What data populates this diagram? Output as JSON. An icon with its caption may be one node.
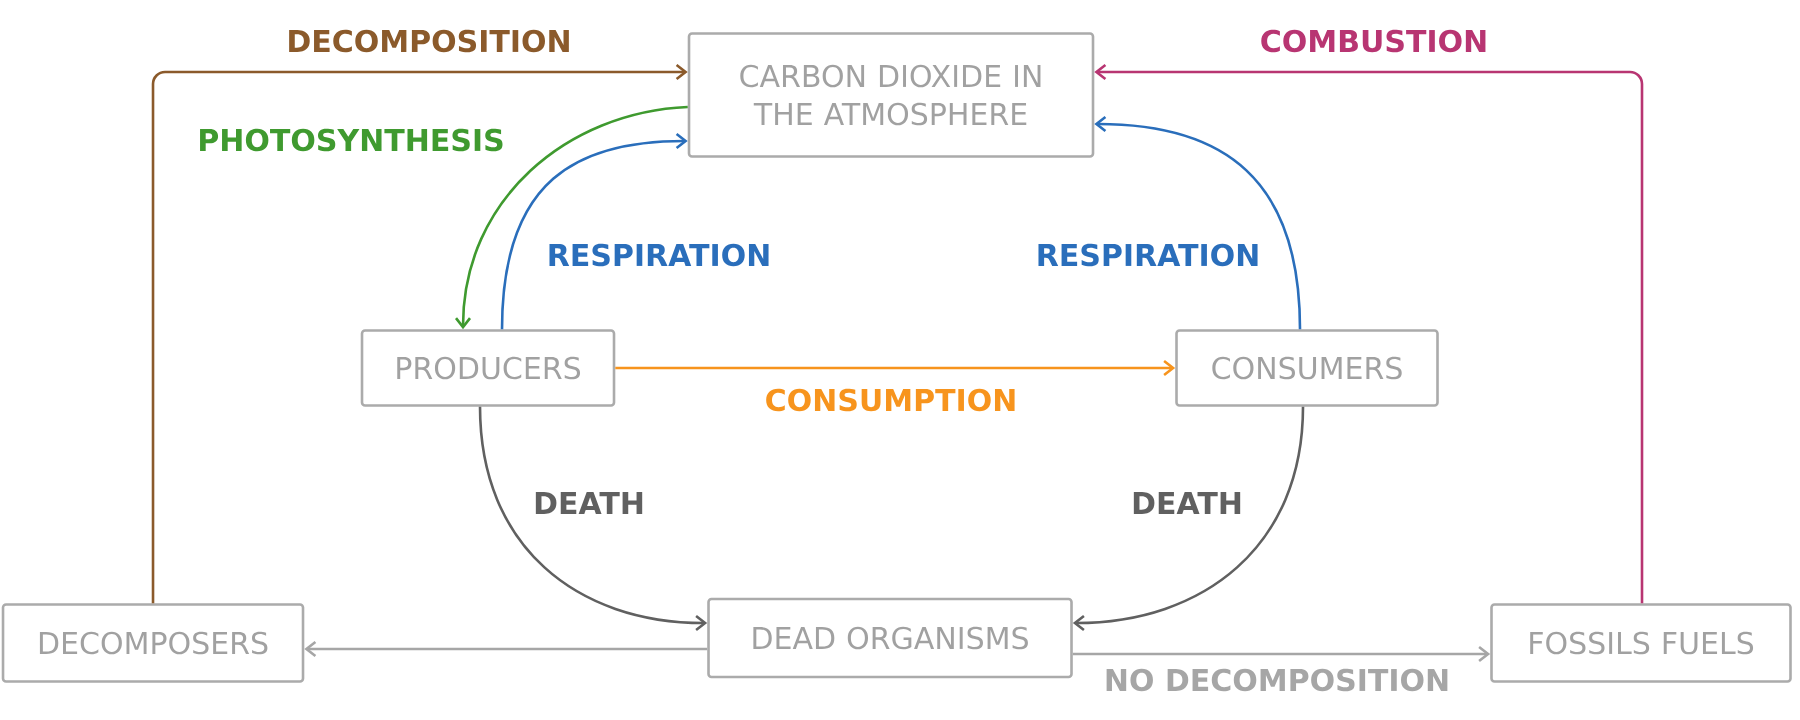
{
  "diagram": {
    "nodes": [
      {
        "text": [
          "CARBON DIOXIDE IN THE ATMOSPHERE"
        ]
      },
      {
        "text": [
          "PRODUCERS"
        ]
      },
      {
        "text": [
          "CONSUMERS"
        ]
      },
      {
        "text": [
          "DECOMPOSERS"
        ]
      },
      {
        "text": [
          "DEAD ORGANISMS"
        ]
      },
      {
        "text": [
          "FOSSILS FUELS"
        ]
      }
    ],
    "edges": [
      {
        "from": 3,
        "to": 0,
        "arrow": "to",
        "label": "DECOMPOSITION",
        "color": "#8b5a2b"
      },
      {
        "from": 5,
        "to": 0,
        "arrow": "to",
        "label": "COMBUSTION",
        "color": "#b83572"
      },
      {
        "from": 0,
        "to": 1,
        "arrow": "to",
        "label": "PHOTOSYNTHESIS",
        "color": "#3f9a2f"
      },
      {
        "from": 1,
        "to": 0,
        "arrow": "to",
        "label": "RESPIRATION",
        "color": "#2a6ebb"
      },
      {
        "from": 2,
        "to": 0,
        "arrow": "to",
        "label": "RESPIRATION",
        "color": "#2a6ebb"
      },
      {
        "from": 1,
        "to": 2,
        "arrow": "to",
        "label": "CONSUMPTION",
        "color": "#f7941d"
      },
      {
        "from": 1,
        "to": 4,
        "arrow": "to",
        "label": "DEATH",
        "color": "#606060"
      },
      {
        "from": 2,
        "to": 4,
        "arrow": "to",
        "label": "DEATH",
        "color": "#606060"
      },
      {
        "from": 4,
        "to": 3,
        "arrow": "to",
        "color": "#a6a6a6"
      },
      {
        "from": 4,
        "to": 5,
        "arrow": "to",
        "label": "NO DECOMPOSITION",
        "color": "#a6a6a6"
      }
    ]
  }
}
